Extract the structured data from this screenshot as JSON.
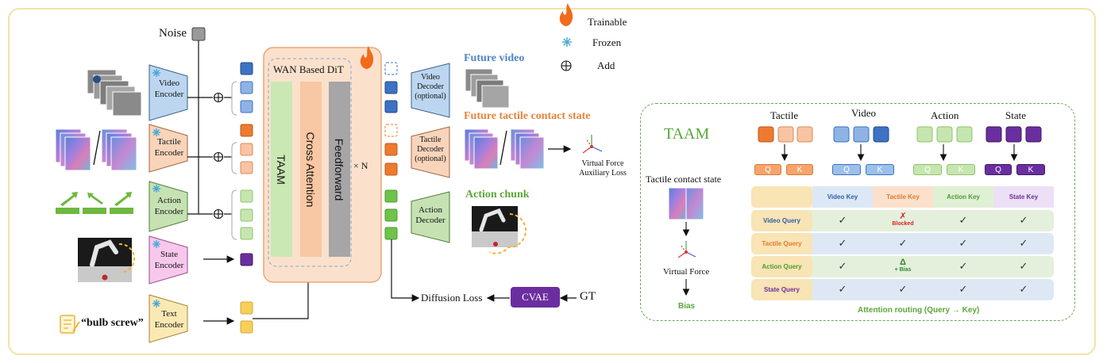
{
  "legend": {
    "trainable": "Trainable",
    "frozen": "Frozen",
    "add": "Add"
  },
  "inputs": {
    "noise": "Noise",
    "text_prompt": "“bulb screw”"
  },
  "encoders": {
    "video": "Video Encoder",
    "video_l1": "Video",
    "video_l2": "Encoder",
    "tactile_l1": "Tactile",
    "tactile_l2": "Encoder",
    "action_l1": "Action",
    "action_l2": "Encoder",
    "state_l1": "State",
    "state_l2": "Encoder",
    "text_l1": "Text",
    "text_l2": "Encoder"
  },
  "dit": {
    "title": "WAN Based DiT",
    "taam": "TAAM",
    "cross_attention": "Cross Attention",
    "feedforward": "Feedforward",
    "repeat": "× N"
  },
  "decoders": {
    "video_l1": "Video",
    "video_l2": "Decoder",
    "video_l3": "(optional)",
    "tactile_l1": "Tactile",
    "tactile_l2": "Decoder",
    "tactile_l3": "(optional)",
    "action_l1": "Action",
    "action_l2": "Decoder"
  },
  "outputs": {
    "future_video": "Future video",
    "future_tactile": "Future tactile contact state",
    "action_chunk": "Action chunk",
    "virtual_force_l1": "Virtual Force",
    "virtual_force_l2": "Auxiliary Loss"
  },
  "losses": {
    "diffusion": "Diffusion Loss",
    "cvae": "CVAE",
    "gt": "GT"
  },
  "taam_panel": {
    "title": "TAAM",
    "tactile_contact_state": "Tactile contact state",
    "virtual_force": "Virtual Force",
    "bias": "Bias",
    "groups": [
      "Tactile",
      "Video",
      "Action",
      "State"
    ],
    "q": "Q",
    "k": "K",
    "columns": [
      "Video Key",
      "Tactile Key",
      "Action Key",
      "State Key"
    ],
    "rows": [
      {
        "label": "Video Query",
        "cells": [
          "✓",
          "✗",
          "✓",
          "✓"
        ],
        "note": "Blocked"
      },
      {
        "label": "Tactile Query",
        "cells": [
          "✓",
          "✓",
          "✓",
          "✓"
        ]
      },
      {
        "label": "Action Query",
        "cells": [
          "✓",
          "Δ",
          "✓",
          "✓"
        ],
        "note": "+ Bias"
      },
      {
        "label": "State Query",
        "cells": [
          "✓",
          "✓",
          "✓",
          "✓"
        ]
      }
    ],
    "caption": "Attention routing (Query → Key)"
  },
  "colors": {
    "video": "#6f9fd8",
    "tactile": "#ee8a3c",
    "action": "#8fcf6a",
    "state": "#7030a0",
    "text": "#f5d162",
    "dit_bg": "#fbe1cc",
    "green_text": "#5aa839",
    "orange_text": "#e8843a",
    "blue_text": "#4f86c6"
  }
}
